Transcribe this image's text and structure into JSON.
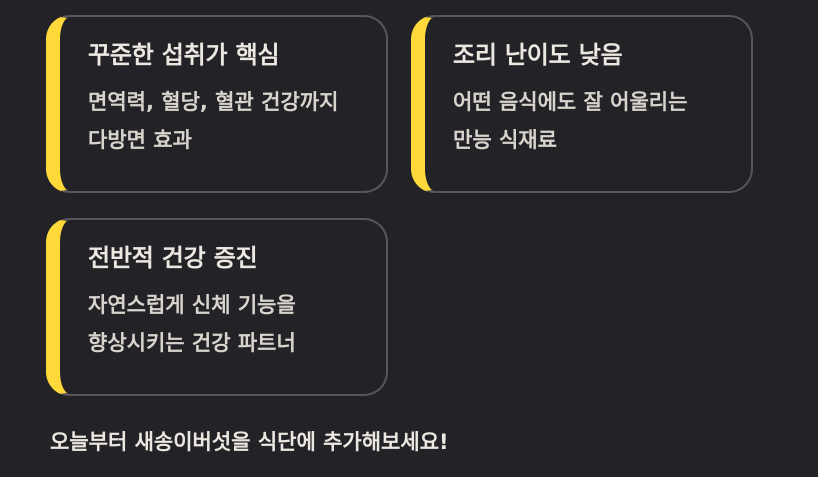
{
  "cards": [
    {
      "title": "꾸준한 섭취가 핵심",
      "description": "면역력, 혈당, 혈관 건강까지 다방면 효과"
    },
    {
      "title": "조리 난이도 낮음",
      "description": "어떤 음식에도 잘 어울리는 만능 식재료"
    },
    {
      "title": "전반적 건강 증진",
      "description": "자연스럽게 신체 기능을 향상시키는 건강 파트너"
    }
  ],
  "footer": {
    "text": "오늘부터 새송이버섯을 식단에 추가해보세요!"
  },
  "colors": {
    "background": "#232226",
    "accent": "#ffd83a",
    "card_border": "#595659",
    "text": "#ece8e1"
  }
}
